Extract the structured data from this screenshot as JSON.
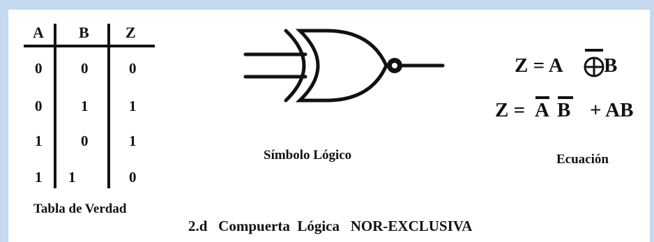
{
  "truth_table": {
    "headers": [
      "A",
      "B",
      "Z"
    ],
    "rows": [
      [
        "0",
        "0",
        "0"
      ],
      [
        "0",
        "1",
        "1"
      ],
      [
        "1",
        "0",
        "1"
      ],
      [
        "1",
        "1",
        "0"
      ]
    ],
    "caption": "Tabla de Verdad"
  },
  "symbol": {
    "caption": "Símbolo Lógico"
  },
  "equations": {
    "eq1_lhs": "Z = A",
    "eq1_rhs": "B",
    "eq2_lhs": "Z =",
    "eq2_bar_a": "A",
    "eq2_bar_b": "B",
    "eq2_rest": "+ AB",
    "caption": "Ecuación"
  },
  "title": "2.d   Compuerta  Lógica   NOR-EXCLUSIVA",
  "colors": {
    "background": "#c6d9f1",
    "panel": "#ffffff",
    "ink": "#111111"
  }
}
